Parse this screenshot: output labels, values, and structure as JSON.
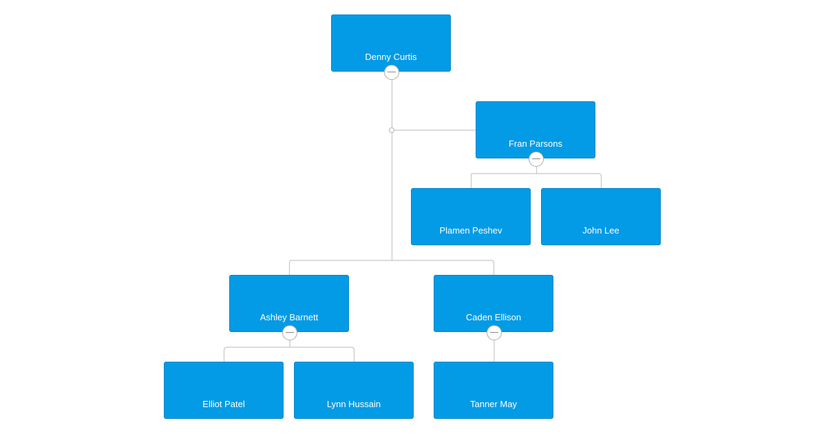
{
  "org_chart": {
    "root": {
      "name": "Denny Curtis"
    },
    "assistant": {
      "name": "Fran Parsons",
      "reports": [
        {
          "name": "Plamen Peshev"
        },
        {
          "name": "John Lee"
        }
      ]
    },
    "managers": [
      {
        "name": "Ashley Barnett",
        "reports": [
          {
            "name": "Elliot Patel"
          },
          {
            "name": "Lynn Hussain"
          }
        ]
      },
      {
        "name": "Caden Ellison",
        "reports": [
          {
            "name": "Tanner May"
          }
        ]
      }
    ]
  },
  "colors": {
    "node_fill": "#039be5",
    "node_text": "#ffffff",
    "connector": "#c6c6c6",
    "toggle_border": "#a9a9a9",
    "background": "#ffffff"
  },
  "icons": {
    "collapse": "minus-circle-icon",
    "junction": "junction-dot-icon"
  }
}
